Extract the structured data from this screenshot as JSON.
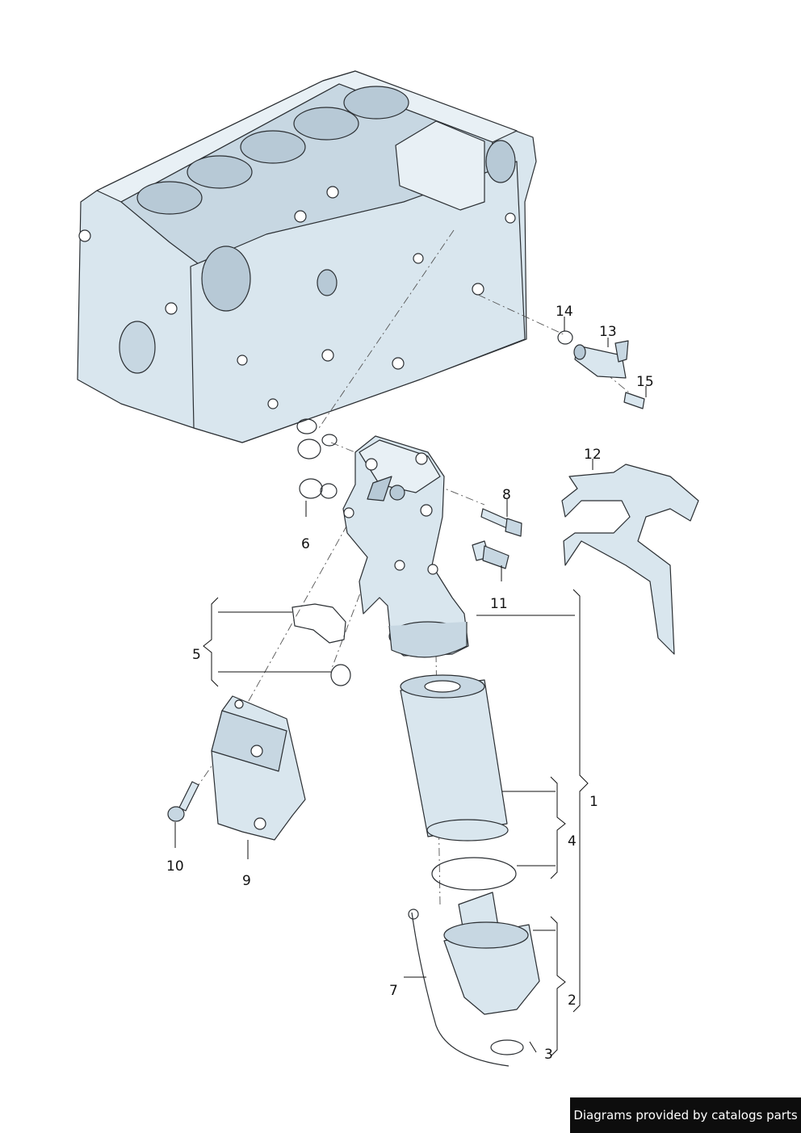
{
  "callouts": [
    {
      "id": "c1",
      "text": "1"
    },
    {
      "id": "c2",
      "text": "2"
    },
    {
      "id": "c3",
      "text": "3"
    },
    {
      "id": "c4",
      "text": "4"
    },
    {
      "id": "c5",
      "text": "5"
    },
    {
      "id": "c6",
      "text": "6"
    },
    {
      "id": "c7",
      "text": "7"
    },
    {
      "id": "c8",
      "text": "8"
    },
    {
      "id": "c9",
      "text": "9"
    },
    {
      "id": "c10",
      "text": "10"
    },
    {
      "id": "c11",
      "text": "11"
    },
    {
      "id": "c12",
      "text": "12"
    },
    {
      "id": "c13",
      "text": "13"
    },
    {
      "id": "c14",
      "text": "14"
    },
    {
      "id": "c15",
      "text": "15"
    }
  ],
  "credit": "Diagrams provided by catalogs parts",
  "colors": {
    "part_fill": "#d9e6ee",
    "line": "#2b2f33",
    "banner": "#0d0d0d"
  }
}
